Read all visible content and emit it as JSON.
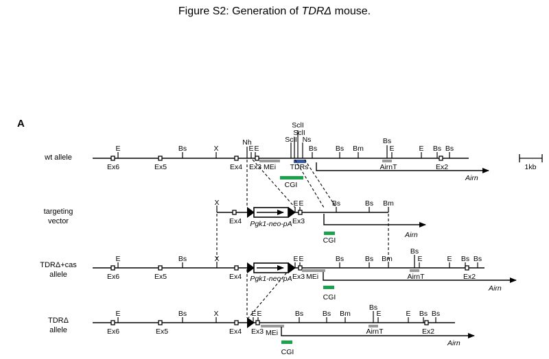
{
  "figure": {
    "title_prefix": "Figure S2: Generation of ",
    "title_italic": "TDRΔ",
    "title_suffix": " mouse.",
    "panel_label": "A"
  },
  "rows": {
    "wt": {
      "label": "wt allele",
      "sites": [
        "Nh",
        "E",
        "E",
        "SclI",
        "SclI",
        "SclI",
        "Ns",
        "Bs",
        "Bs",
        "Bm",
        "Bs",
        "E",
        "E",
        "Bs",
        "Bs",
        "E",
        "Bs",
        "X"
      ],
      "exons": [
        "Ex6",
        "Ex5",
        "Ex4",
        "Ex3",
        "Ex2"
      ],
      "features": [
        "MEi",
        "TDRs",
        "CGI"
      ],
      "airn_T": "Airn",
      "airn_T_suffix": "T",
      "transcript": "Airn"
    },
    "targeting": {
      "label_line1": "targeting",
      "label_line2": "vector",
      "sites": [
        "X",
        "E",
        "E",
        "Bs",
        "Bs",
        "Bm"
      ],
      "exons": [
        "Ex4",
        "Ex3"
      ],
      "cassette": "Pgk1-neo-pA",
      "features": [
        "CGI"
      ],
      "transcript": "Airn"
    },
    "cas": {
      "label_line1": "TDRΔ+cas",
      "label_line2": "allele",
      "sites": [
        "E",
        "Bs",
        "X",
        "E",
        "E",
        "Bs",
        "Bs",
        "Bm",
        "Bs",
        "E",
        "E",
        "Bs",
        "Bs"
      ],
      "exons": [
        "Ex6",
        "Ex5",
        "Ex4",
        "Ex3",
        "Ex2"
      ],
      "cassette": "Pgk1-neo-pA",
      "features": [
        "MEi",
        "CGI"
      ],
      "airn_T": "Airn",
      "airn_T_suffix": "T",
      "transcript": "Airn"
    },
    "del": {
      "label_line1": "TDRΔ",
      "label_line2": "allele",
      "sites": [
        "E",
        "Bs",
        "X",
        "E",
        "E",
        "Bs",
        "Bs",
        "Bm",
        "Bs",
        "E",
        "E",
        "Bs",
        "Bs"
      ],
      "exons": [
        "Ex6",
        "Ex5",
        "Ex4",
        "Ex3",
        "Ex2"
      ],
      "features": [
        "MEi",
        "CGI"
      ],
      "airn_T": "Airn",
      "airn_T_suffix": "T",
      "transcript": "Airn"
    }
  },
  "scale_bar": "1kb",
  "colors": {
    "cgi": "#1aa34a",
    "tdrs": "#3a58a8",
    "mei": "#9a9a9a",
    "line": "#000000"
  }
}
